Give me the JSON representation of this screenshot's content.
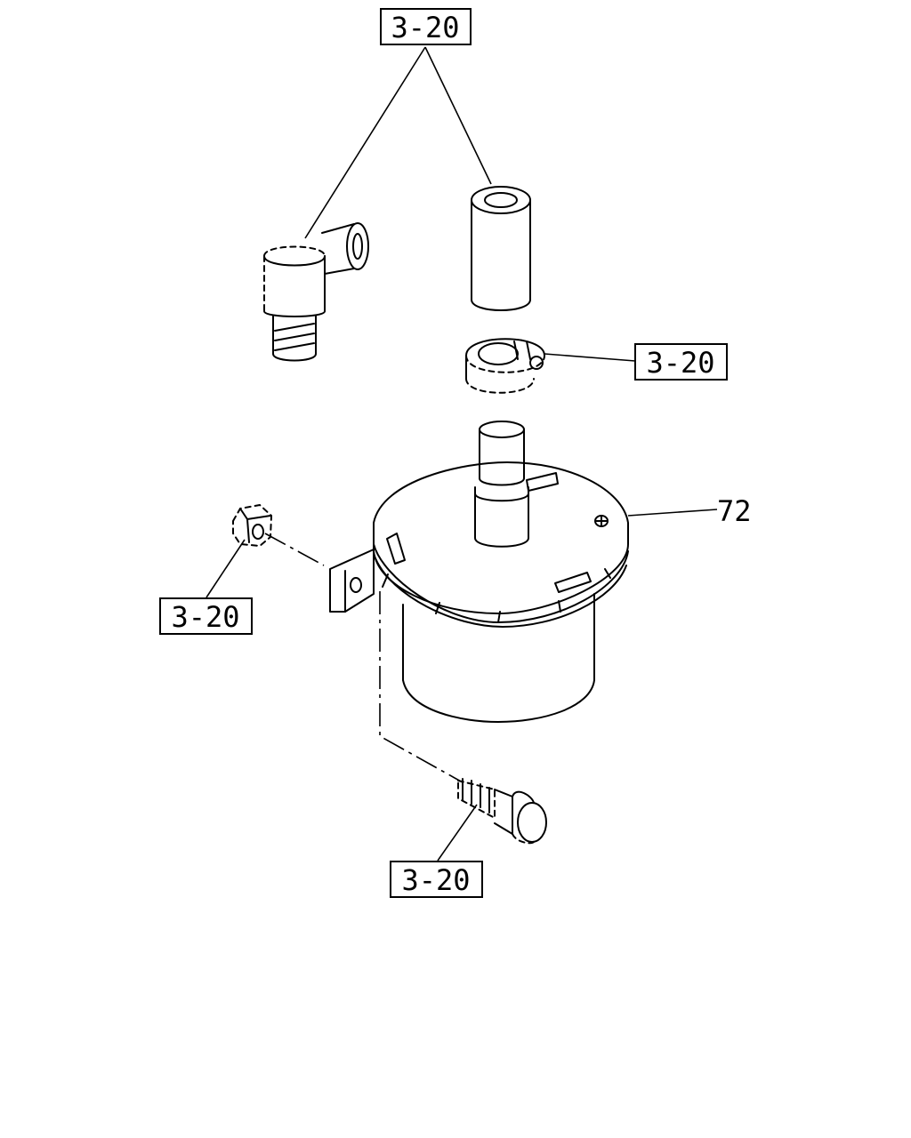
{
  "callouts": [
    {
      "label": "3-20"
    },
    {
      "label": "3-20"
    },
    {
      "label": "3-20"
    },
    {
      "label": "3-20"
    }
  ],
  "part_number": "72"
}
